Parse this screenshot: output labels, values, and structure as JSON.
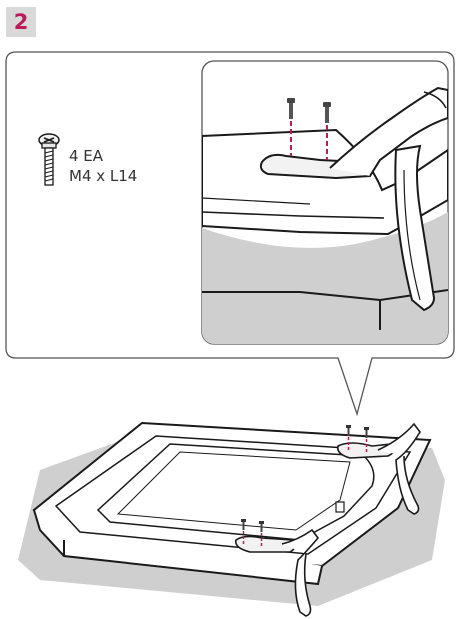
{
  "step": {
    "number": "2"
  },
  "parts": {
    "quantity": "4 EA",
    "screw_spec": "M4 x L14"
  },
  "colors": {
    "accent": "#c0195a",
    "badge_bg": "#d9d9d9",
    "line": "#1a1a1a",
    "shade": "#cfcfcf"
  },
  "icons": [
    "screw-icon",
    "screw-hole-marker-icon"
  ]
}
